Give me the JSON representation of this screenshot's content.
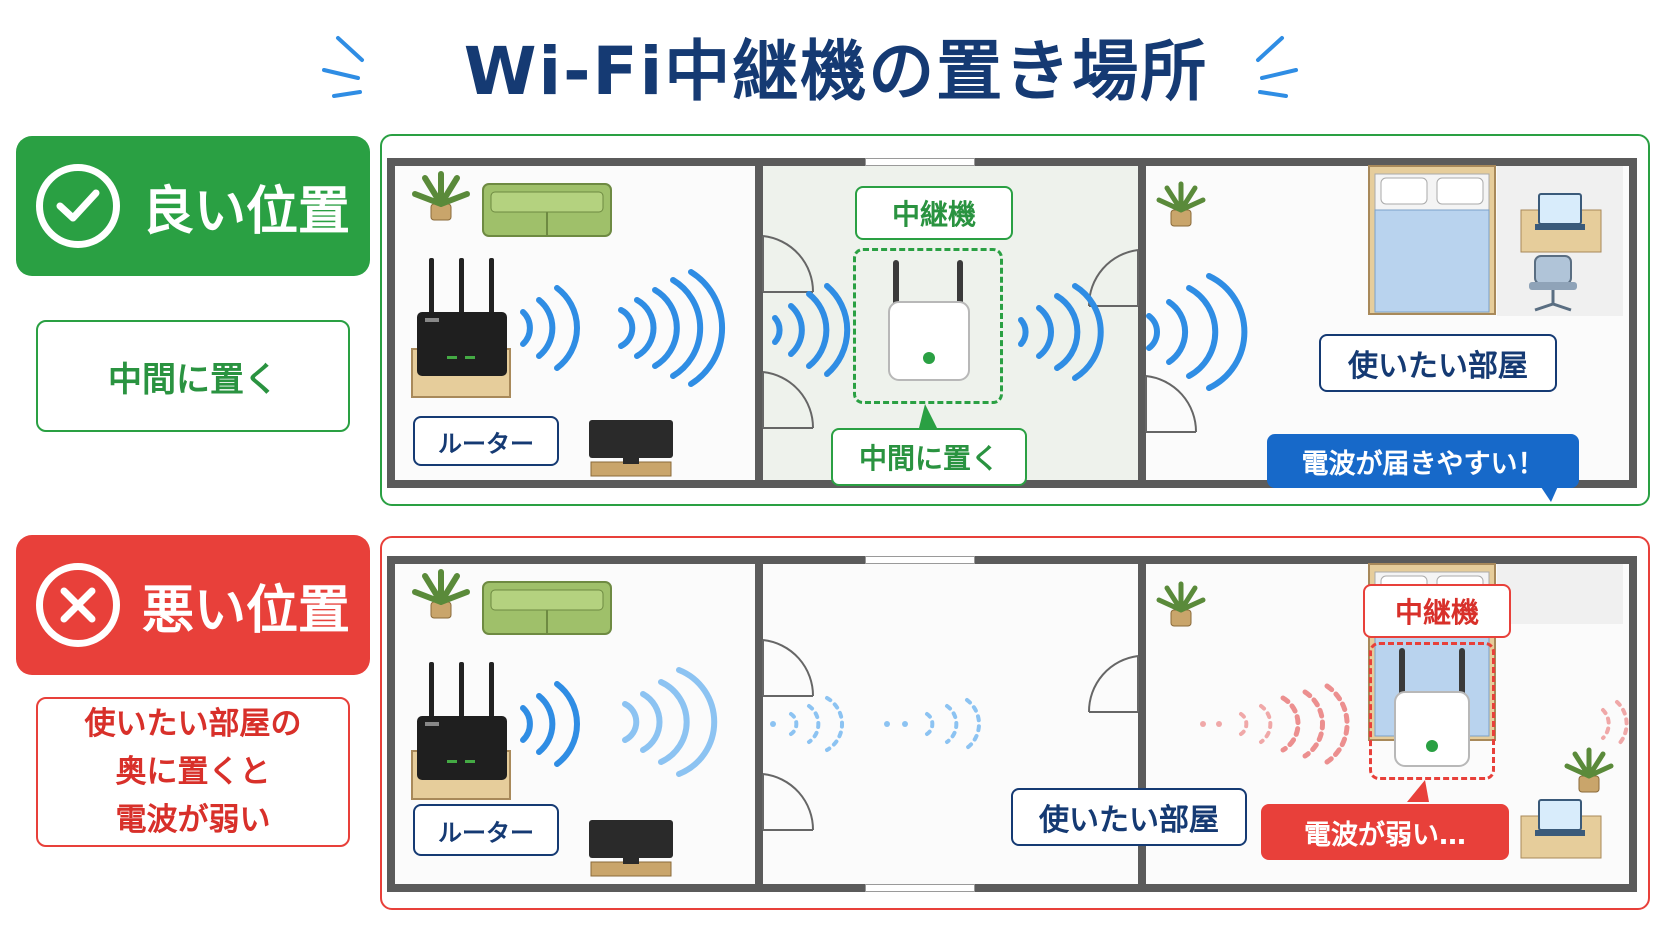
{
  "title": "Wi-Fi中継機の置き場所",
  "colors": {
    "navy": "#153a73",
    "green": "#2aa043",
    "red": "#e8403a",
    "blue": "#2f8de4",
    "lightblue": "#8cc3f2",
    "pink": "#f0a8a8"
  },
  "good": {
    "badge": "良い位置",
    "note": "中間に置く",
    "router_label": "ルーター",
    "extender_label": "中継機",
    "middle_label": "中間に置く",
    "room_label": "使いたい部屋",
    "bubble": "電波が届きやすい！"
  },
  "bad": {
    "badge": "悪い位置",
    "note_lines": [
      "使いたい部屋の",
      "奥に置くと",
      "電波が弱い"
    ],
    "router_label": "ルーター",
    "extender_label": "中継機",
    "room_label": "使いたい部屋",
    "bubble": "電波が弱い…"
  },
  "icons": [
    "checkmark-icon",
    "cross-icon",
    "plant-icon",
    "sofa-icon",
    "tv-icon",
    "router-icon",
    "extender-icon",
    "bed-icon",
    "desk-icon",
    "chair-icon",
    "door-icon",
    "wifi-wave-icon",
    "sparkle-icon"
  ]
}
